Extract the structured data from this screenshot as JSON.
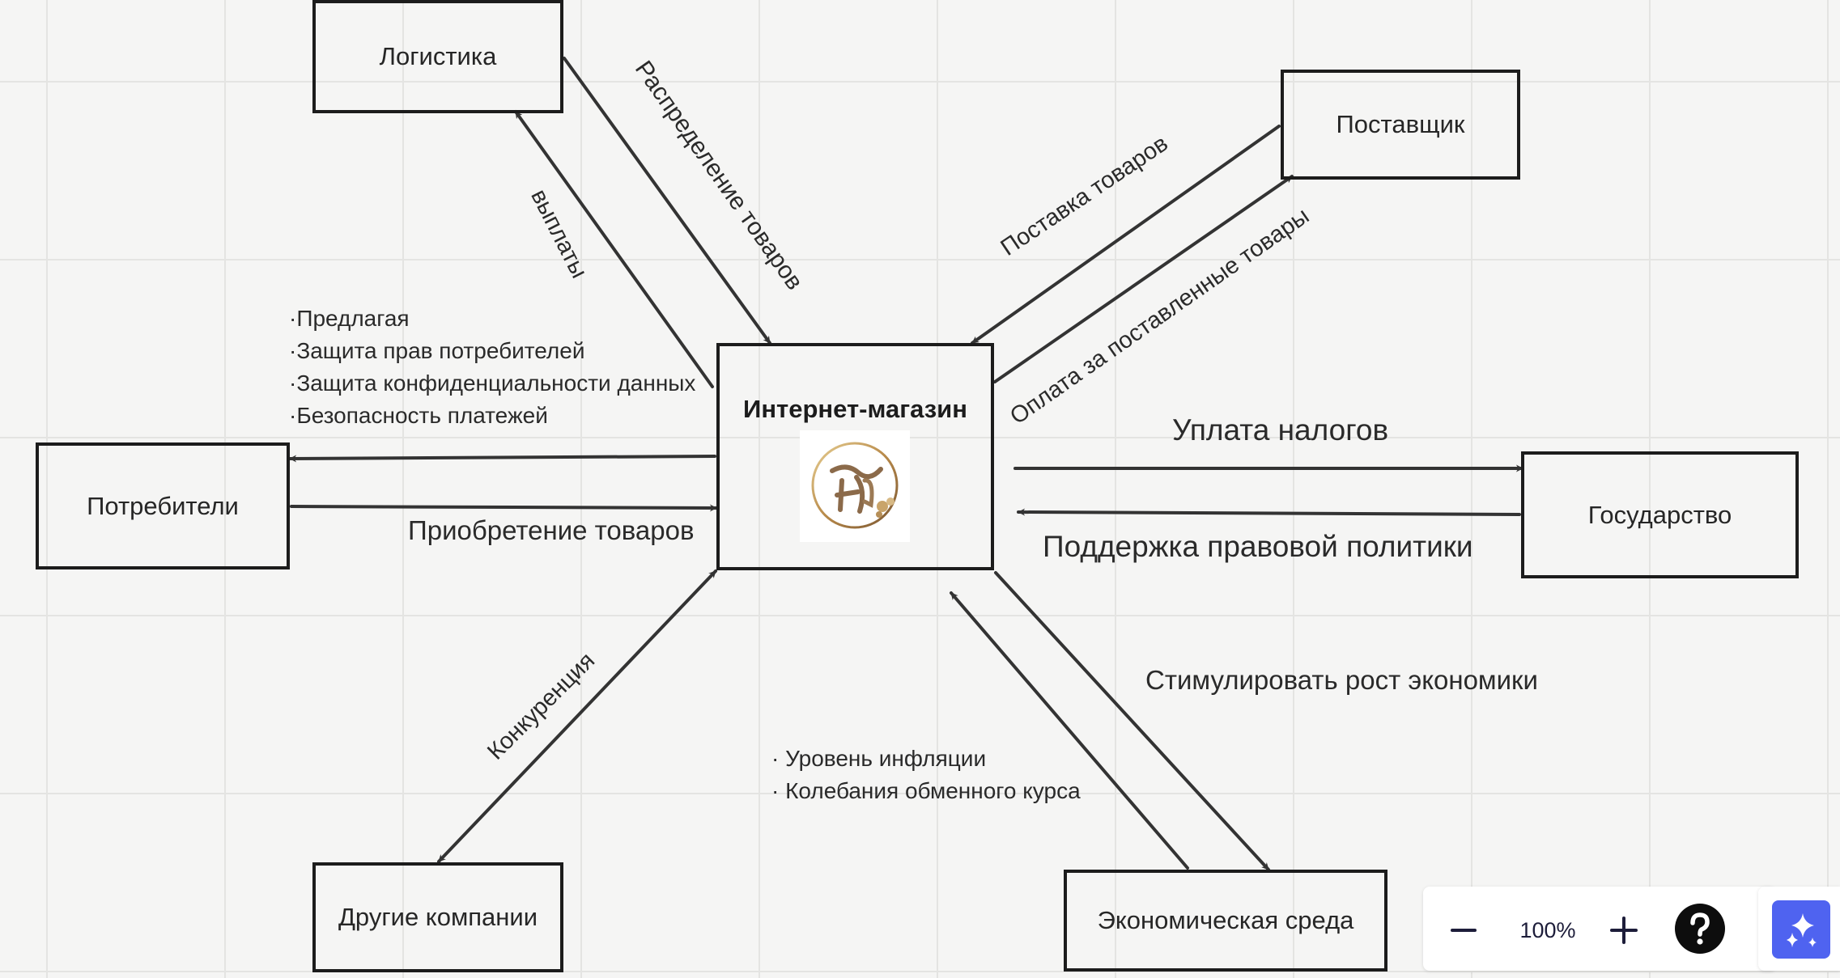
{
  "nodes": {
    "center": "Интернет-магазин",
    "logistics": "Логистика",
    "supplier": "Поставщик",
    "consumers": "Потребители",
    "state": "Государство",
    "companies": "Другие компании",
    "economy": "Экономическая среда"
  },
  "edges": {
    "distribution": "Распределение товаров",
    "payouts": "выплаты",
    "supply": "Поставка товаров",
    "payment": "Оплата за поставленные товары",
    "taxes": "Уплата налогов",
    "legal": "Поддержка правовой политики",
    "purchase": "Приобретение товаров",
    "competition": "Конкуренция",
    "stimulate": "Стимулировать рост экономики"
  },
  "notes": {
    "consumer_factors": [
      "·Предлагая",
      "·Защита прав потребителей",
      "·Защита конфиденциальности данных",
      "·Безопасность платежей"
    ],
    "economy_factors": [
      "· Уровень инфляции",
      "· Колебания обменного курса"
    ]
  },
  "zoom": {
    "level": "100%",
    "minus_icon": "minus-icon",
    "plus_icon": "plus-icon",
    "help_icon": "help-icon"
  },
  "ai": {
    "icon": "sparkle-icon"
  },
  "colors": {
    "line": "#333333",
    "accent": "#4f63f0",
    "grid": "#e4e4e2"
  }
}
